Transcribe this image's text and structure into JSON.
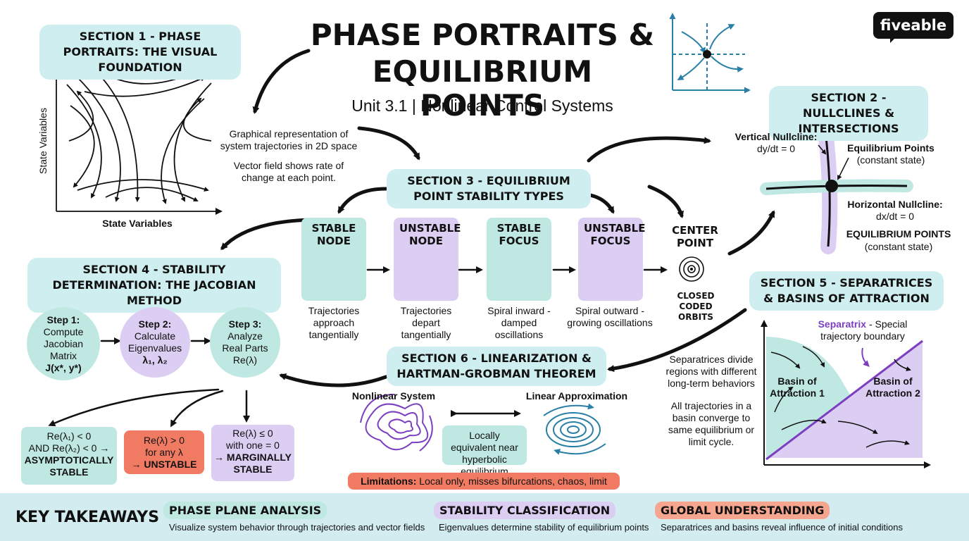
{
  "title": {
    "line1": "PHASE PORTRAITS &",
    "line2": "EQUILIBRIUM POINTS",
    "subtitle": "Unit 3.1 | Nonlinear Control Systems"
  },
  "brand": {
    "name": "fiveable"
  },
  "section1": {
    "header": "SECTION 1 - PHASE PORTRAITS: THE VISUAL FOUNDATION",
    "y_axis_label": "State Variables",
    "x_axis_label": "State Variables",
    "desc1": "Graphical representation of system trajectories in 2D space",
    "desc2": "Vector field shows rate of change at each point."
  },
  "section2": {
    "header": "SECTION 2 - NULLCLINES & INTERSECTIONS",
    "vertical_nullcline": "Vertical Nullcline:",
    "vertical_eq": "dy/dt = 0",
    "eq_points_a": "Equilibrium Points",
    "eq_points_a_sub": "(constant state)",
    "horizontal_nullcline": "Horizontal Nullcline:",
    "horizontal_eq": "dx/dt = 0",
    "eq_points_b": "EQUILIBRIUM POINTS",
    "eq_points_b_sub": "(constant state)"
  },
  "section3": {
    "header": "SECTION 3 - EQUILIBRIUM POINT STABILITY TYPES",
    "types": [
      {
        "title": "STABLE NODE",
        "desc": "Trajectories approach tangentially"
      },
      {
        "title": "UNSTABLE NODE",
        "desc": "Trajectories depart tangentially"
      },
      {
        "title": "STABLE FOCUS",
        "desc": "Spiral inward - damped oscillations"
      },
      {
        "title": "UNSTABLE FOCUS",
        "desc": "Spiral outward - growing oscillations"
      },
      {
        "title": "CENTER POINT",
        "desc": "CLOSED CODED ORBITS"
      }
    ]
  },
  "section4": {
    "header": "SECTION 4 - STABILITY DETERMINATION: THE JACOBIAN METHOD",
    "steps": [
      {
        "title": "Step 1:",
        "l1": "Compute",
        "l2": "Jacobian",
        "l3": "Matrix",
        "l4": "J(x*, y*)"
      },
      {
        "title": "Step 2:",
        "l1": "Calculate",
        "l2": "Eigenvalues",
        "l3": "λ₁, λ₂"
      },
      {
        "title": "Step 3:",
        "l1": "Analyze",
        "l2": "Real Parts",
        "l3": "Re(λ)"
      }
    ],
    "outcomes": [
      {
        "l1": "Re(λ₁) < 0",
        "l2": "AND Re(λ₂) < 0 →",
        "l3": "ASYMPTOTICALLY",
        "l4": "STABLE"
      },
      {
        "l1": "Re(λ) > 0",
        "l2": "for any λ",
        "l3": "→ UNSTABLE"
      },
      {
        "l1": "Re(λ) ≤ 0",
        "l2": "with one = 0",
        "l3": "→ MARGINALLY",
        "l4": "STABLE"
      }
    ]
  },
  "section5": {
    "header": "SECTION 5 - SEPARATRICES & BASINS OF ATTRACTION",
    "separatrix_term": "Separatrix",
    "separatrix_rest": " - Special",
    "separatrix_line2": "trajectory boundary",
    "basin1_l1": "Basin of",
    "basin1_l2": "Attraction 1",
    "basin2_l1": "Basin of",
    "basin2_l2": "Attraction 2",
    "desc1": "Separatrices divide regions with different long-term behaviors",
    "desc2": "All trajectories in a basin converge to same equilibrium or limit cycle."
  },
  "section6": {
    "header": "SECTION 6 - LINEARIZATION & HARTMAN-GROBMAN THEOREM",
    "nonlinear": "Nonlinear System",
    "linear": "Linear Approximation",
    "equiv": "Locally equivalent near hyperbolic equilibrium",
    "limitations_label": "Limitations:",
    "limitations_text": " Local only, misses bifurcations, chaos, limit cycles"
  },
  "takeaways": {
    "label": "KEY TAKEAWAYS",
    "items": [
      {
        "title": "PHASE PLANE ANALYSIS",
        "desc": "Visualize system behavior through trajectories and vector fields"
      },
      {
        "title": "STABILITY CLASSIFICATION",
        "desc": "Eigenvalues determine stability of equilibrium points"
      },
      {
        "title": "GLOBAL UNDERSTANDING",
        "desc": "Separatrices and basins reveal influence of initial conditions"
      }
    ]
  },
  "colors": {
    "teal": "#bfe8e3",
    "lavender": "#dccdf3",
    "coral": "#f07b62",
    "purple": "#7b3fc0",
    "header_bg": "#cfeef0",
    "takeaway_bg": "#d2ecf0"
  }
}
